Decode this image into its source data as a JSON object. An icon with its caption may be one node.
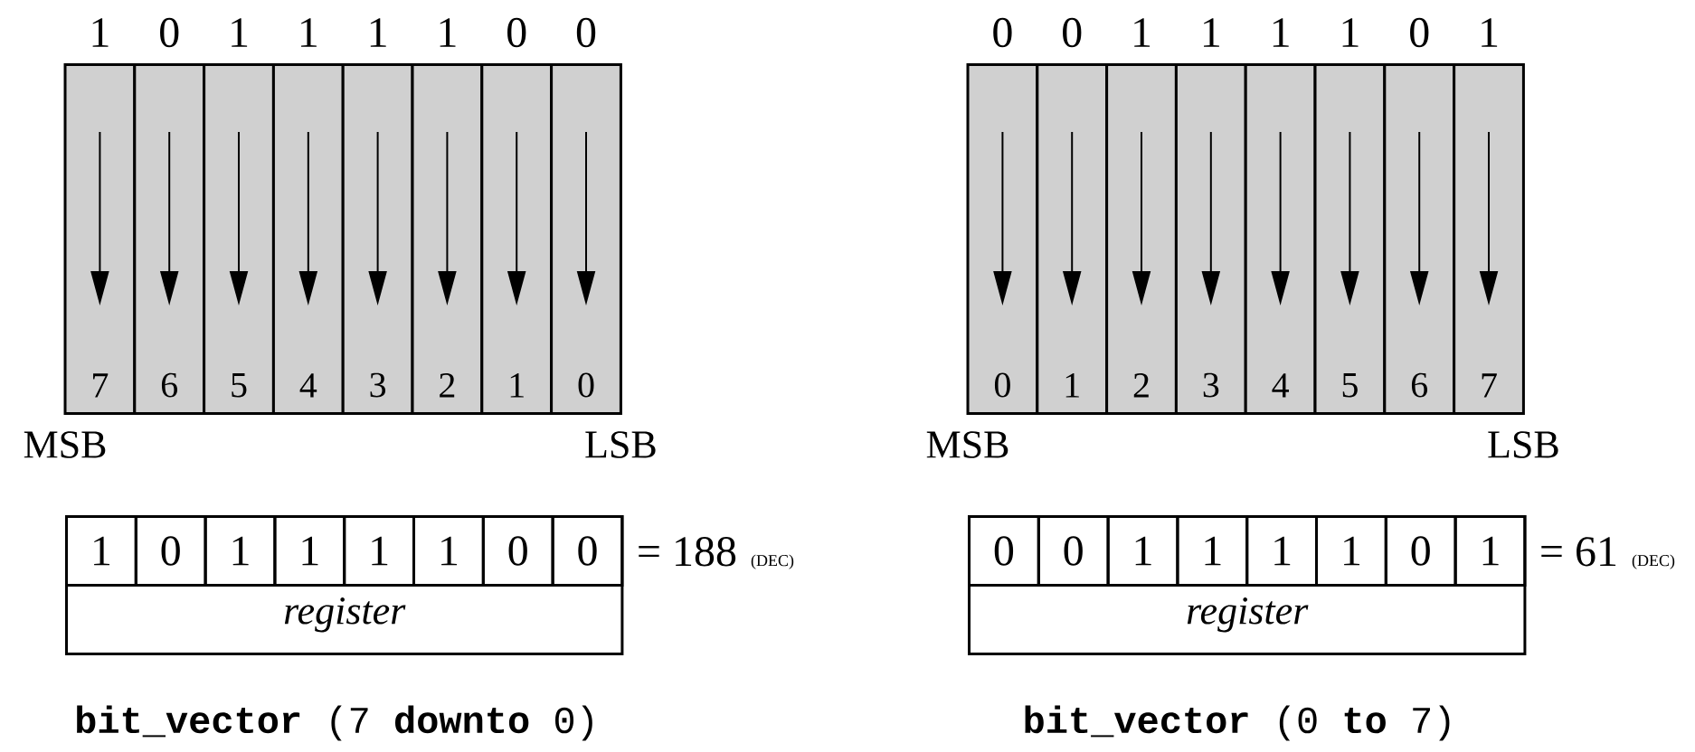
{
  "diagram": {
    "nodes": [
      {
        "text": [
          "7"
        ],
        "beside": [
          "1"
        ]
      },
      {
        "text": [
          "6"
        ],
        "beside": [
          "0"
        ]
      },
      {
        "text": [
          "5"
        ],
        "beside": [
          "1"
        ]
      },
      {
        "text": [
          "4"
        ],
        "beside": [
          "1"
        ]
      },
      {
        "text": [
          "3"
        ],
        "beside": [
          "1"
        ]
      },
      {
        "text": [
          "2"
        ],
        "beside": [
          "1"
        ]
      },
      {
        "text": [
          "1"
        ],
        "beside": [
          "0"
        ]
      },
      {
        "text": [
          "0"
        ],
        "beside": [
          "0"
        ]
      },
      {
        "text": [
          "register"
        ]
      },
      {
        "text": [
          "1"
        ],
        "in": 8
      },
      {
        "text": [
          "0"
        ],
        "in": 8
      },
      {
        "text": [
          "1"
        ],
        "in": 8
      },
      {
        "text": [
          "1"
        ],
        "in": 8
      },
      {
        "text": [
          "1"
        ],
        "in": 8
      },
      {
        "text": [
          "1"
        ],
        "in": 8
      },
      {
        "text": [
          "0"
        ],
        "in": 8
      },
      {
        "text": [
          "0"
        ],
        "in": 8
      },
      {
        "text": [
          "0"
        ],
        "beside": [
          "0"
        ]
      },
      {
        "text": [
          "1"
        ],
        "beside": [
          "0"
        ]
      },
      {
        "text": [
          "2"
        ],
        "beside": [
          "1"
        ]
      },
      {
        "text": [
          "3"
        ],
        "beside": [
          "1"
        ]
      },
      {
        "text": [
          "4"
        ],
        "beside": [
          "1"
        ]
      },
      {
        "text": [
          "5"
        ],
        "beside": [
          "1"
        ]
      },
      {
        "text": [
          "6"
        ],
        "beside": [
          "0"
        ]
      },
      {
        "text": [
          "7"
        ],
        "beside": [
          "1"
        ]
      },
      {
        "text": [
          "register"
        ]
      },
      {
        "text": [
          "0"
        ],
        "in": 25
      },
      {
        "text": [
          "0"
        ],
        "in": 25
      },
      {
        "text": [
          "1"
        ],
        "in": 25
      },
      {
        "text": [
          "1"
        ],
        "in": 25
      },
      {
        "text": [
          "1"
        ],
        "in": 25
      },
      {
        "text": [
          "1"
        ],
        "in": 25
      },
      {
        "text": [
          "0"
        ],
        "in": 25
      },
      {
        "text": [
          "1"
        ],
        "in": 25
      }
    ],
    "labels": [
      "MSB",
      "LSB",
      "MSB",
      "LSB",
      "= 188",
      "(DEC)",
      "= 61",
      "(DEC)",
      "**bit_vector** (7 **downto** 0)",
      "**bit_vector** (0 **to** 7)"
    ]
  }
}
